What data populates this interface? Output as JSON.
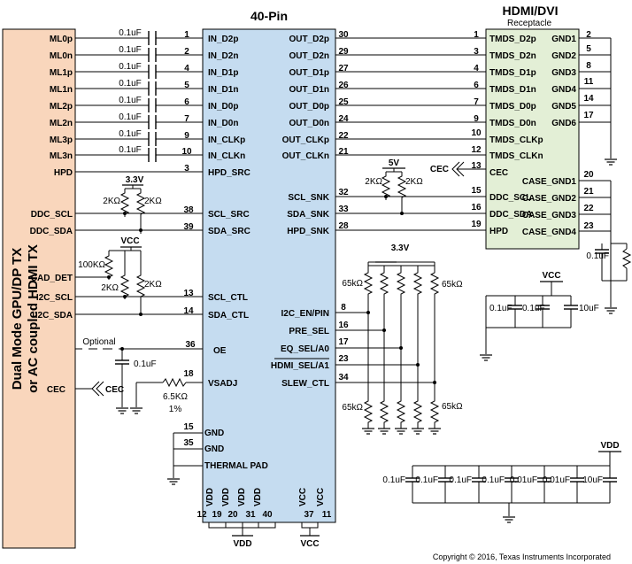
{
  "chip": {
    "title": "40-Pin",
    "left_pins": [
      {
        "num": "1",
        "name": "IN_D2p"
      },
      {
        "num": "2",
        "name": "IN_D2n"
      },
      {
        "num": "4",
        "name": "IN_D1p"
      },
      {
        "num": "5",
        "name": "IN_D1n"
      },
      {
        "num": "6",
        "name": "IN_D0p"
      },
      {
        "num": "7",
        "name": "IN_D0n"
      },
      {
        "num": "9",
        "name": "IN_CLKp"
      },
      {
        "num": "10",
        "name": "IN_CLKn"
      },
      {
        "num": "3",
        "name": "HPD_SRC"
      },
      {
        "num": "38",
        "name": "SCL_SRC"
      },
      {
        "num": "39",
        "name": "SDA_SRC"
      },
      {
        "num": "13",
        "name": "SCL_CTL"
      },
      {
        "num": "14",
        "name": "SDA_CTL"
      },
      {
        "num": "36",
        "name": "OE"
      },
      {
        "num": "18",
        "name": "VSADJ"
      },
      {
        "num": "15",
        "name": "GND"
      },
      {
        "num": "35",
        "name": "GND"
      },
      {
        "num": "",
        "name": "THERMAL PAD"
      }
    ],
    "right_pins": [
      {
        "num": "30",
        "name": "OUT_D2p"
      },
      {
        "num": "29",
        "name": "OUT_D2n"
      },
      {
        "num": "27",
        "name": "OUT_D1p"
      },
      {
        "num": "26",
        "name": "OUT_D1n"
      },
      {
        "num": "25",
        "name": "OUT_D0p"
      },
      {
        "num": "24",
        "name": "OUT_D0n"
      },
      {
        "num": "22",
        "name": "OUT_CLKp"
      },
      {
        "num": "21",
        "name": "OUT_CLKn"
      },
      {
        "num": "32",
        "name": "SCL_SNK"
      },
      {
        "num": "33",
        "name": "SDA_SNK"
      },
      {
        "num": "28",
        "name": "HPD_SNK"
      },
      {
        "num": "8",
        "name": "I2C_EN/PIN"
      },
      {
        "num": "16",
        "name": "PRE_SEL"
      },
      {
        "num": "17",
        "name": "EQ_SEL/A0"
      },
      {
        "num": "23",
        "name": "HDMI_SEL/A1"
      },
      {
        "num": "34",
        "name": "SLEW_CTL"
      }
    ],
    "bottom_pins": [
      {
        "num": "19",
        "name": "VDD"
      },
      {
        "num": "20",
        "name": "VDD"
      },
      {
        "num": "31",
        "name": "VDD"
      },
      {
        "num": "40",
        "name": "VDD"
      },
      {
        "num": "37",
        "name": "VCC"
      },
      {
        "num": "11",
        "name": "VCC"
      }
    ],
    "bottom_pin_extra": "12",
    "vdd_label": "VDD",
    "vcc_label": "VCC"
  },
  "source": {
    "label_line1": "Dual Mode GPU/DP TX",
    "label_line2": "or AC coupled HDMI TX",
    "signals": [
      "ML0p",
      "ML0n",
      "ML1p",
      "ML1n",
      "ML2p",
      "ML2n",
      "ML3p",
      "ML3n",
      "HPD",
      "DDC_SCL",
      "DDC_SDA",
      "CAD_DET",
      "I2C_SCL",
      "I2C_SDA",
      "CEC"
    ]
  },
  "receptacle": {
    "title": "HDMI/DVI",
    "subtitle": "Receptacle",
    "left_pins": [
      {
        "num": "1",
        "name": "TMDS_D2p"
      },
      {
        "num": "3",
        "name": "TMDS_D2n"
      },
      {
        "num": "4",
        "name": "TMDS_D1p"
      },
      {
        "num": "6",
        "name": "TMDS_D1n"
      },
      {
        "num": "7",
        "name": "TMDS_D0p"
      },
      {
        "num": "9",
        "name": "TMDS_D0n"
      },
      {
        "num": "10",
        "name": "TMDS_CLKp"
      },
      {
        "num": "12",
        "name": "TMDS_CLKn"
      },
      {
        "num": "13",
        "name": "CEC"
      },
      {
        "num": "15",
        "name": "DDC_SCL"
      },
      {
        "num": "16",
        "name": "DDC_SDA"
      },
      {
        "num": "19",
        "name": "HPD"
      }
    ],
    "right_pins": [
      {
        "num": "2",
        "name": "GND1"
      },
      {
        "num": "5",
        "name": "GND2"
      },
      {
        "num": "8",
        "name": "GND3"
      },
      {
        "num": "11",
        "name": "GND4"
      },
      {
        "num": "14",
        "name": "GND5"
      },
      {
        "num": "17",
        "name": "GND6"
      },
      {
        "num": "20",
        "name": "CASE_GND1"
      },
      {
        "num": "21",
        "name": "CASE_GND2"
      },
      {
        "num": "22",
        "name": "CASE_GND3"
      },
      {
        "num": "23",
        "name": "CASE_GND4"
      }
    ]
  },
  "components": {
    "ac_cap": "0.1uF",
    "supply_33": "3.3V",
    "supply_5v": "5V",
    "supply_vcc": "VCC",
    "supply_vdd": "VDD",
    "r_2k": "2KΩ",
    "r_100k": "100KΩ",
    "r_65k": "65kΩ",
    "r_6k5": "6.5KΩ",
    "tol_1pct": "1%",
    "optional": "Optional",
    "cec": "CEC",
    "cap_01": "0.1uF",
    "cap_001": "0.01uF",
    "cap_10": "10uF"
  },
  "copyright": "Copyright © 2016, Texas Instruments Incorporated"
}
